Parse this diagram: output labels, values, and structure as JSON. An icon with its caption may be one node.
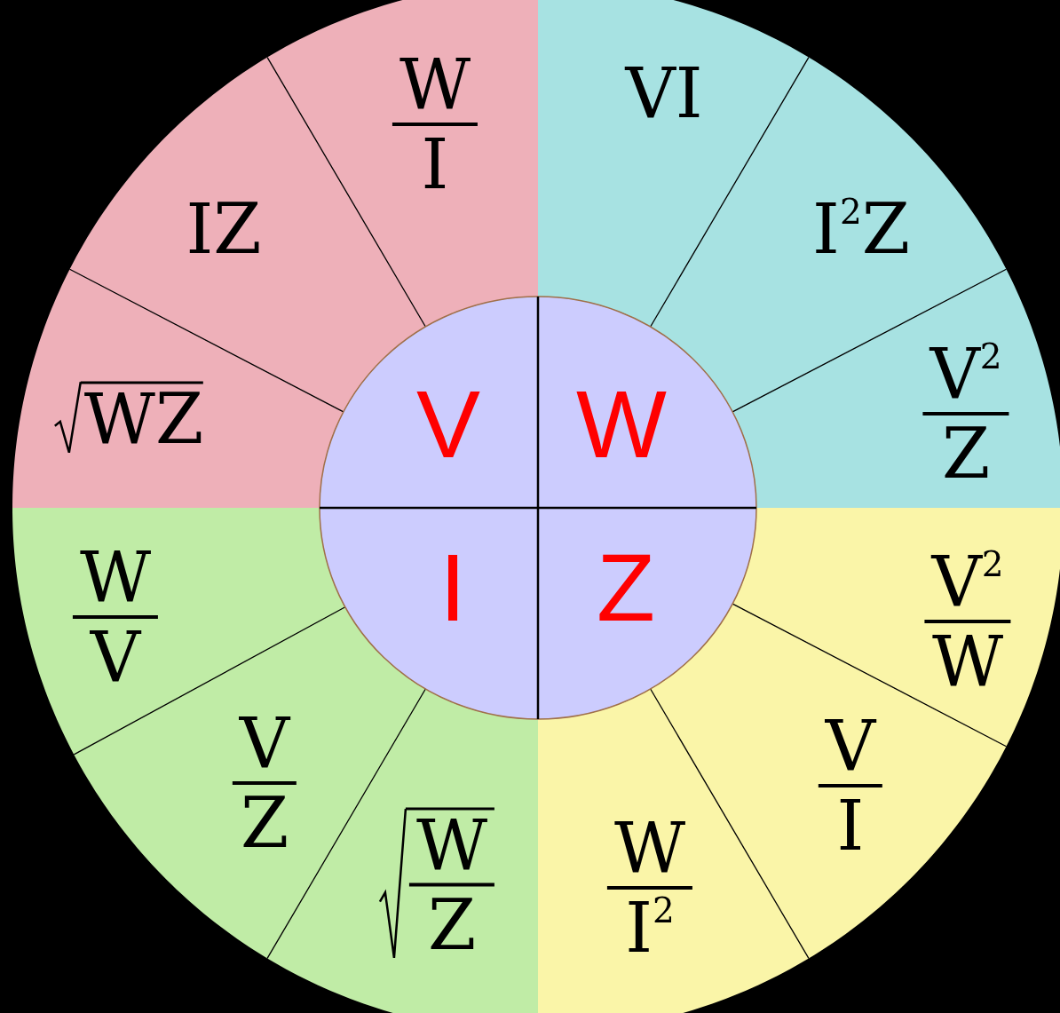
{
  "diagram": {
    "nodes": [
      {
        "text": [
          "V"
        ]
      },
      {
        "text": [
          "W"
        ]
      },
      {
        "text": [
          "I"
        ]
      },
      {
        "text": [
          "Z"
        ]
      },
      {
        "text": [
          "W",
          "I"
        ]
      },
      {
        "text": [
          "IZ"
        ]
      },
      {
        "text": [
          "WZ"
        ]
      },
      {
        "text": [
          "VI"
        ]
      },
      {
        "text": [
          "I$^{2}$Z"
        ]
      },
      {
        "text": [
          "V$^{2}$",
          "Z"
        ]
      },
      {
        "text": [
          "V$^{2}$",
          "W"
        ]
      },
      {
        "text": [
          "V",
          "I"
        ]
      },
      {
        "text": [
          "W",
          "I$^{2}$"
        ]
      },
      {
        "text": [
          "W",
          "Z"
        ]
      },
      {
        "text": [
          "V",
          "Z"
        ]
      },
      {
        "text": [
          "W",
          "V"
        ]
      }
    ]
  }
}
